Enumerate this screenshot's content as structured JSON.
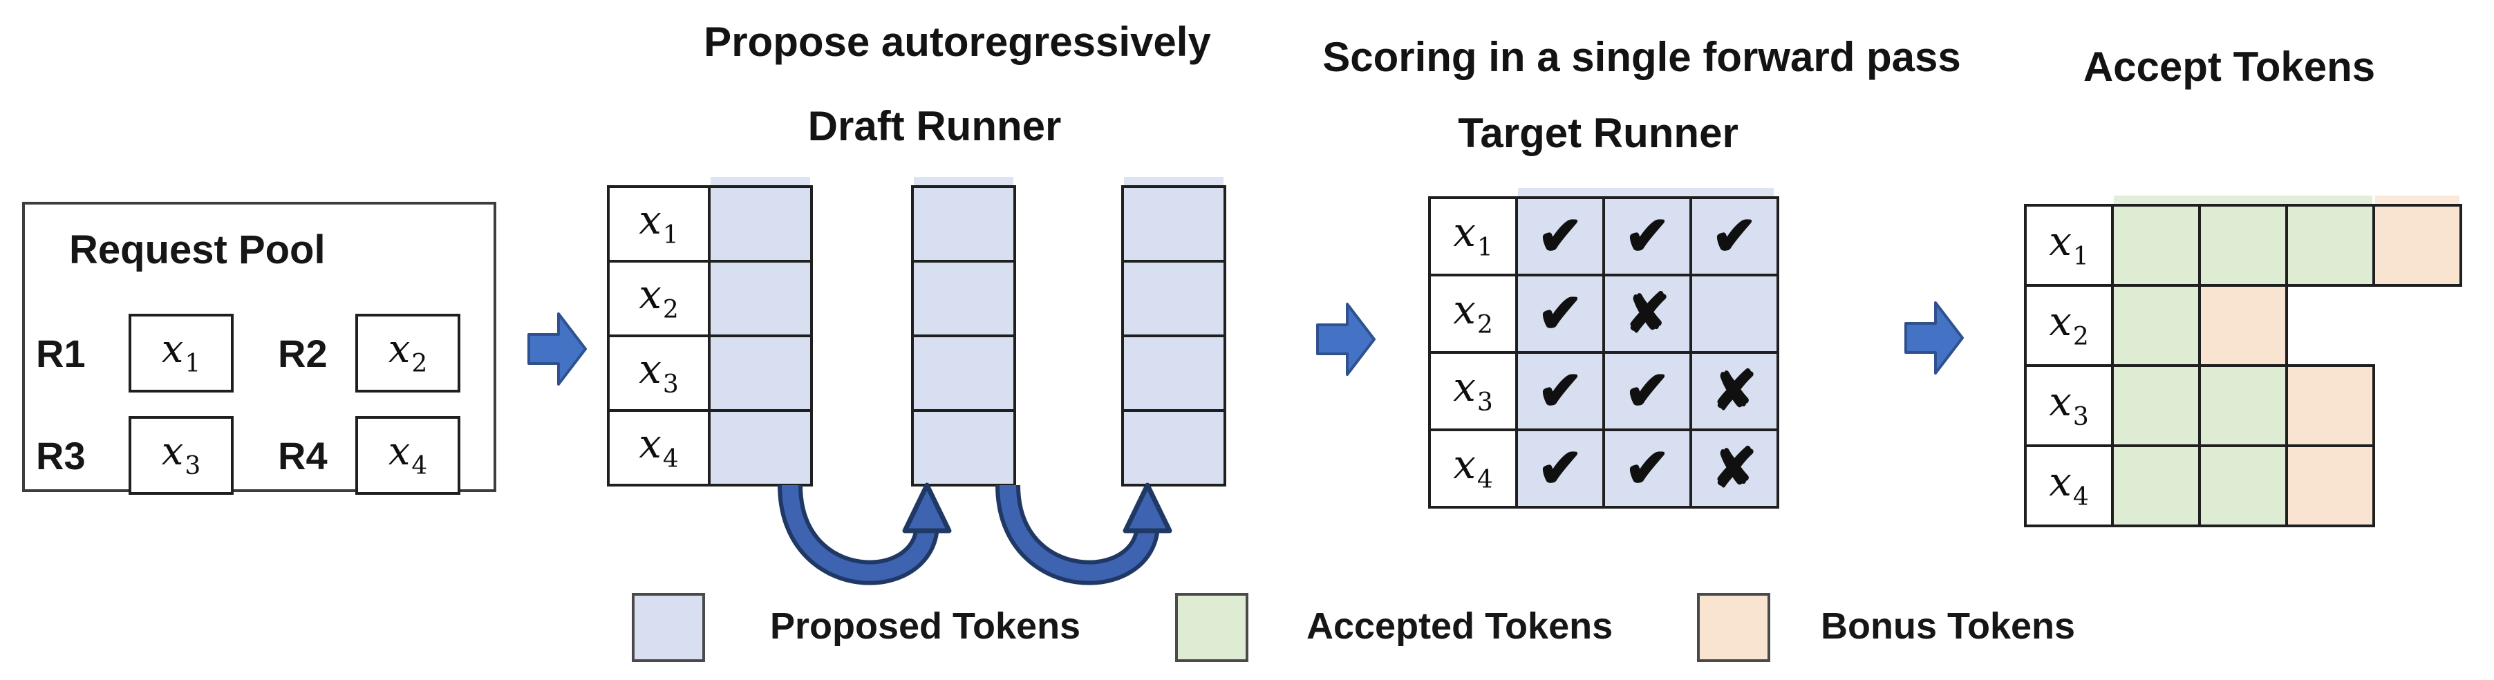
{
  "titles": {
    "propose": "Propose autoregressively",
    "draft_runner": "Draft Runner",
    "scoring": "Scoring in a single forward pass",
    "target_runner": "Target Runner",
    "accept": "Accept Tokens"
  },
  "request_pool": {
    "title": "Request Pool",
    "requests": [
      {
        "id": "R1"
      },
      {
        "id": "R2"
      },
      {
        "id": "R3"
      },
      {
        "id": "R4"
      }
    ]
  },
  "tokens": [
    {
      "base": "x",
      "sub": "1"
    },
    {
      "base": "x",
      "sub": "2"
    },
    {
      "base": "x",
      "sub": "3"
    },
    {
      "base": "x",
      "sub": "4"
    }
  ],
  "target": {
    "marks": [
      [
        "✔",
        "✔",
        "✔"
      ],
      [
        "✔",
        "✘",
        ""
      ],
      [
        "✔",
        "✔",
        "✘"
      ],
      [
        "✔",
        "✔",
        "✘"
      ]
    ]
  },
  "accept": {
    "rows": [
      [
        "accepted",
        "accepted",
        "accepted",
        "bonus"
      ],
      [
        "accepted",
        "bonus"
      ],
      [
        "accepted",
        "accepted",
        "bonus"
      ],
      [
        "accepted",
        "accepted",
        "bonus"
      ]
    ]
  },
  "legend": {
    "items": [
      {
        "label": "Proposed Tokens",
        "color": "#D8DFF0"
      },
      {
        "label": "Accepted Tokens",
        "color": "#DFECD4"
      },
      {
        "label": "Bonus Tokens",
        "color": "#F9E3D1"
      }
    ]
  },
  "colors": {
    "proposed_fill": "#D8DFF0",
    "accepted_fill": "#DFECD4",
    "bonus_fill": "#F9E3D1",
    "block_arrow_fill": "#4472C4",
    "block_arrow_outline": "#2F528F",
    "curved_arrow_fill": "#3E63B1",
    "curved_arrow_outline": "#1F3864",
    "table_line": "#1F1F1F"
  }
}
